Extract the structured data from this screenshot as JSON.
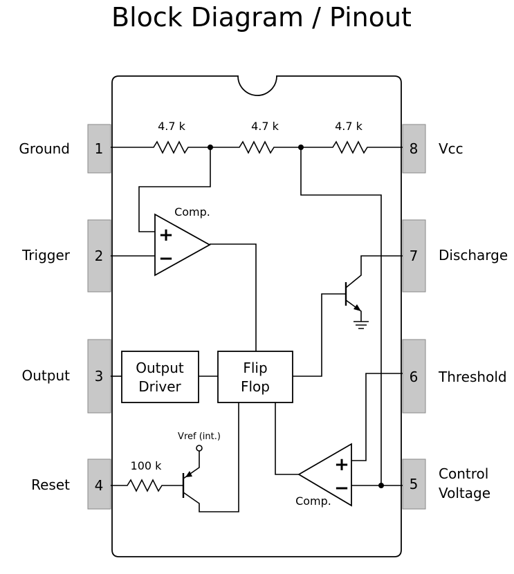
{
  "title": "Block Diagram / Pinout",
  "pins": [
    {
      "num": "1",
      "label": "Ground"
    },
    {
      "num": "2",
      "label": "Trigger"
    },
    {
      "num": "3",
      "label": "Output"
    },
    {
      "num": "4",
      "label": "Reset"
    },
    {
      "num": "8",
      "label": "Vcc"
    },
    {
      "num": "7",
      "label": "Discharge"
    },
    {
      "num": "6",
      "label": "Threshold"
    },
    {
      "num": "5",
      "label_line1": "Control",
      "label_line2": "Voltage"
    }
  ],
  "resistors": {
    "r1": "4.7 k",
    "r2": "4.7 k",
    "r3": "4.7 k",
    "reset": "100 k"
  },
  "comparator_top": {
    "label": "Comp.",
    "plus": "+",
    "minus": "−"
  },
  "comparator_bottom": {
    "label": "Comp.",
    "plus": "+",
    "minus": "−"
  },
  "output_driver": {
    "line1": "Output",
    "line2": "Driver"
  },
  "flip_flop": {
    "line1": "Flip",
    "line2": "Flop"
  },
  "vref": "Vref (int.)"
}
